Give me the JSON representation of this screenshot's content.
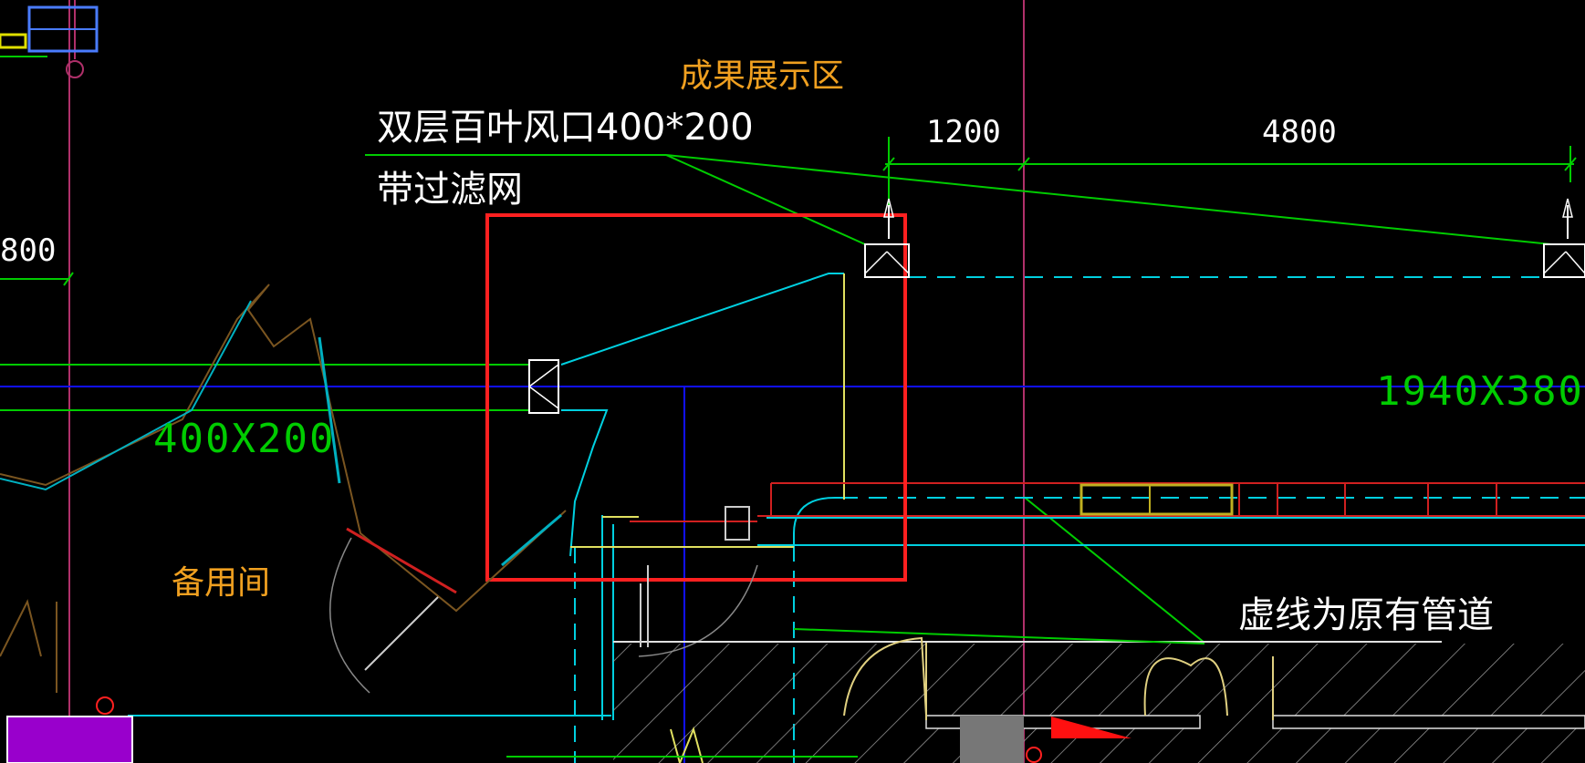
{
  "labels": {
    "zone_display": "成果展示区",
    "zone_spare": "备用间",
    "vent_spec": "双层百叶风口400*200",
    "vent_filter": "带过滤网",
    "dashed_note": "虚线为原有管道",
    "dim_1200": "1200",
    "dim_4800": "4800",
    "dim_800": "800",
    "duct_400x200": "400X200",
    "duct_1940x380": "1940X380"
  },
  "colors": {
    "background": "#000000",
    "room_label": "#f0a020",
    "dimension_line": "#00cc00",
    "duct_cyan": "#00d0e0",
    "axis_magenta": "#b0306a",
    "highlight_red": "#ff2020",
    "red_line": "#d02020",
    "axis_blue": "#1010ff"
  }
}
